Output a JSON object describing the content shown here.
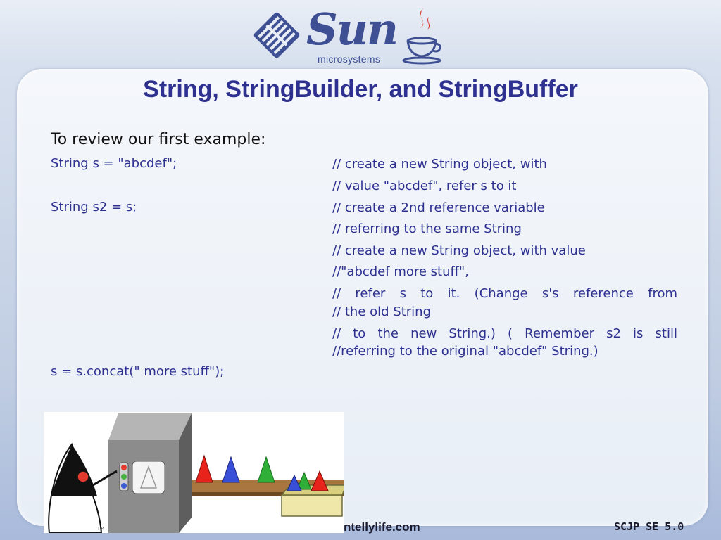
{
  "header": {
    "brand_word": "Sun",
    "brand_sub": "microsystems",
    "logo_icon": "sun-logo-icon",
    "java_icon": "java-cup-icon",
    "brand_color": "#3e4f93"
  },
  "slide": {
    "title": "String, StringBuilder, and StringBuffer",
    "intro": "To review our first example:",
    "code_lines": [
      "String s = \"abcdef\";",
      "String s2 = s;",
      "s = s.concat(\" more stuff\");"
    ],
    "comments": [
      "// create a new String object, with",
      "// value \"abcdef\", refer s to it",
      "// create a 2nd reference variable",
      "// referring to the same String",
      "// create a new String object, with value",
      "//\"abcdef more stuff\",",
      "// refer s to it. (Change s's reference from",
      "// the old String",
      "// to the new String.) ( Remember s2 is still",
      "//referring to the original \"abcdef\" String.)"
    ]
  },
  "footer": {
    "url": "ntellylife.com",
    "version": "SCJP SE 5.0"
  },
  "colors": {
    "title": "#2e3190",
    "code": "#2e3190",
    "text": "#111111"
  }
}
